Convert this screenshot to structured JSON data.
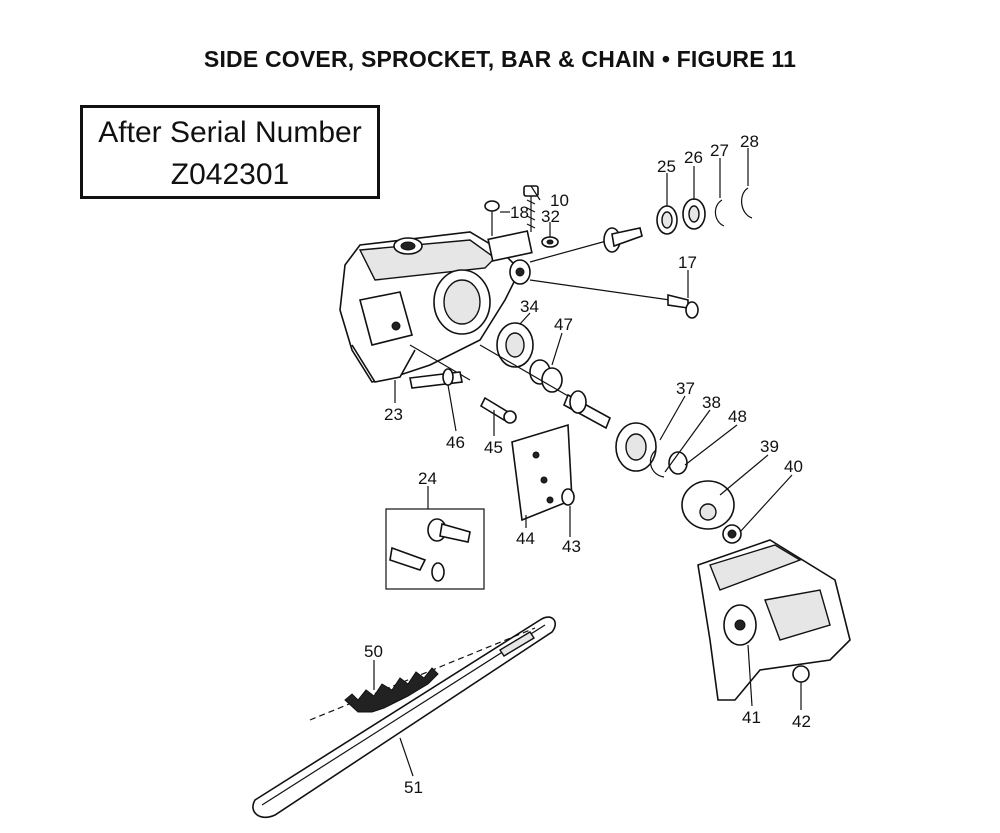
{
  "title": "SIDE COVER, SPROCKET, BAR & CHAIN  •  FIGURE 11",
  "serial_box": {
    "line1": "After Serial Number",
    "line2": "Z042301"
  },
  "callouts": [
    "10",
    "18",
    "32",
    "25",
    "26",
    "27",
    "28",
    "17",
    "34",
    "47",
    "23",
    "46",
    "45",
    "37",
    "38",
    "48",
    "39",
    "40",
    "24",
    "44",
    "43",
    "50",
    "51",
    "41",
    "42"
  ]
}
